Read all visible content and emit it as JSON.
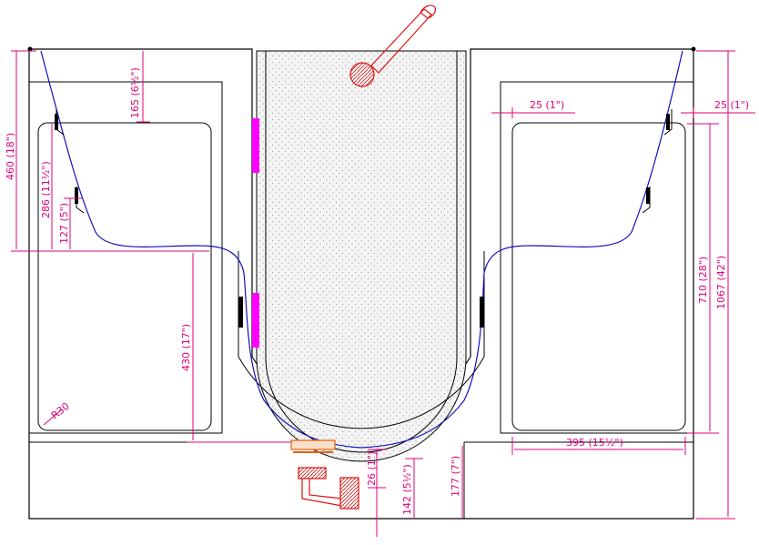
{
  "drawing": {
    "dimensions": {
      "d165": "165 (6¹⁄₂\")",
      "d460": "460 (18\")",
      "d286": "286 (11¹⁄₂\")",
      "d127": "127 (5\")",
      "d430": "430 (17\")",
      "d25a": "25 (1\")",
      "d25b": "25 (1\")",
      "d710": "710 (28\")",
      "d1067": "1067 (42\")",
      "d395": "395 (15¹⁄₂\")",
      "d26": "26 (1\")",
      "d142": "142 (5¹⁄₂\")",
      "d177": "177 (7\")"
    },
    "radius_label": "R30",
    "colors": {
      "outline": "#000000",
      "waterline": "#1010c0",
      "dimension": "#e0007a",
      "jet": "#ff00ff",
      "drain": "#e06010",
      "handle": "#e01010",
      "basin_fill": "#f2f2f2"
    }
  }
}
